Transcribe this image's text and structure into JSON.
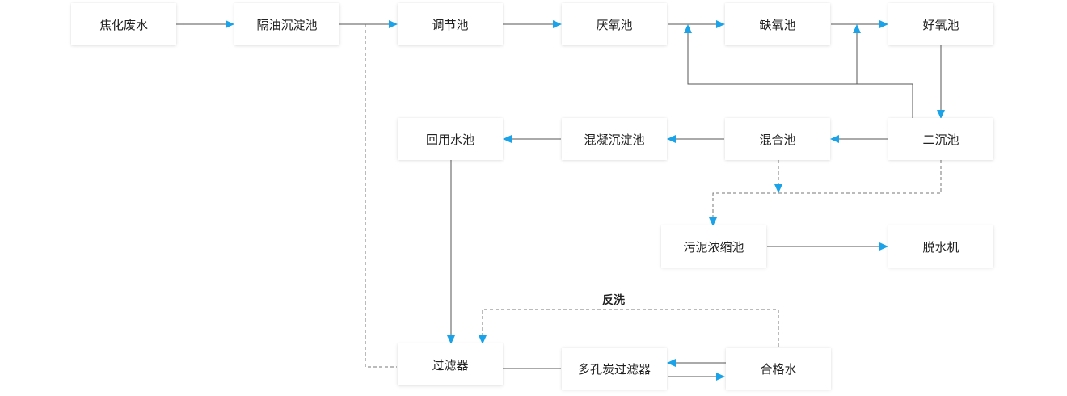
{
  "colors": {
    "arrow": "#1aa3e8",
    "line": "#555555",
    "dashed": "#777777"
  },
  "nodes": {
    "coking_wastewater": "焦化废水",
    "oil_separation_tank": "隔油沉淀池",
    "regulating_tank": "调节池",
    "anaerobic_tank": "厌氧池",
    "anoxic_tank": "缺氧池",
    "aerobic_tank": "好氧池",
    "reuse_tank": "回用水池",
    "coag_sed_tank": "混凝沉淀池",
    "mixing_tank": "混合池",
    "secondary_clarifier": "二沉池",
    "sludge_thickener": "污泥浓缩池",
    "dewatering_machine": "脱水机",
    "filter": "过滤器",
    "carbon_filter": "多孔炭过滤器",
    "qualified_water": "合格水"
  },
  "labels": {
    "backwash": "反洗"
  }
}
